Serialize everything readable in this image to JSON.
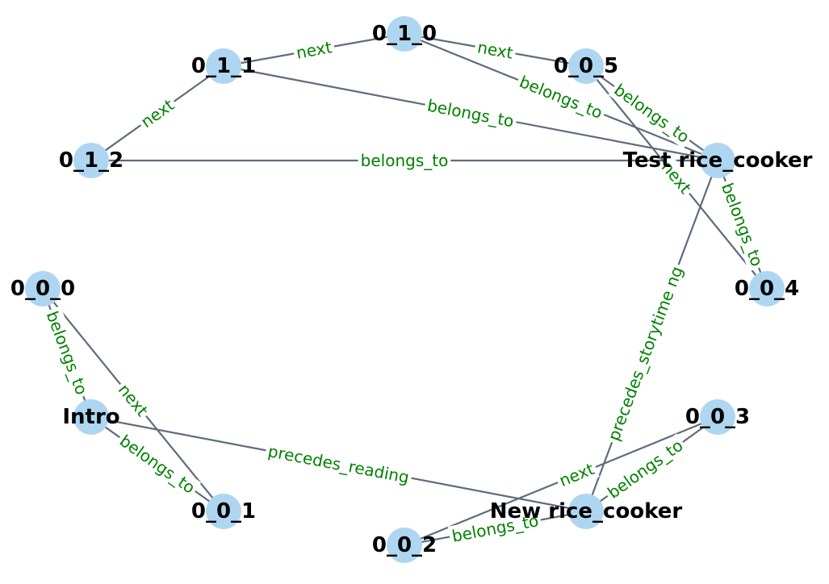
{
  "colors": {
    "node": "#aed6f1",
    "edge": "#5f6b7d",
    "edge_label": "#008000",
    "node_label": "#000000"
  },
  "nodes": [
    {
      "id": "0_1_0",
      "label": "0_1_0"
    },
    {
      "id": "0_1_1",
      "label": "0_1_1"
    },
    {
      "id": "0_0_5",
      "label": "0_0_5"
    },
    {
      "id": "0_1_2",
      "label": "0_1_2"
    },
    {
      "id": "test_rice_cooker",
      "label": "Test rice_cooker"
    },
    {
      "id": "0_0_0",
      "label": "0_0_0"
    },
    {
      "id": "0_0_4",
      "label": "0_0_4"
    },
    {
      "id": "intro",
      "label": "Intro"
    },
    {
      "id": "0_0_3",
      "label": "0_0_3"
    },
    {
      "id": "0_0_1",
      "label": "0_0_1"
    },
    {
      "id": "new_rice_cooker",
      "label": "New rice_cooker"
    },
    {
      "id": "0_0_2",
      "label": "0_0_2"
    }
  ],
  "edges": [
    {
      "source": "0_1_1",
      "target": "0_1_0",
      "label": "next"
    },
    {
      "source": "0_1_0",
      "target": "0_0_5",
      "label": "next"
    },
    {
      "source": "0_1_2",
      "target": "0_1_1",
      "label": "next"
    },
    {
      "source": "0_1_0",
      "target": "test_rice_cooker",
      "label": "belongs_to"
    },
    {
      "source": "0_1_1",
      "target": "test_rice_cooker",
      "label": "belongs_to"
    },
    {
      "source": "0_0_5",
      "target": "test_rice_cooker",
      "label": "belongs_to"
    },
    {
      "source": "0_1_2",
      "target": "test_rice_cooker",
      "label": "belongs_to"
    },
    {
      "source": "0_0_5",
      "target": "0_0_4",
      "label": "next"
    },
    {
      "source": "0_0_4",
      "target": "test_rice_cooker",
      "label": "belongs_to"
    },
    {
      "source": "new_rice_cooker",
      "target": "test_rice_cooker",
      "label": "precedes_storytime ng"
    },
    {
      "source": "0_0_0",
      "target": "intro",
      "label": "belongs_to"
    },
    {
      "source": "0_0_0",
      "target": "0_0_1",
      "label": "next"
    },
    {
      "source": "intro",
      "target": "0_0_1",
      "label": "belongs_to"
    },
    {
      "source": "intro",
      "target": "new_rice_cooker",
      "label": "precedes_reading"
    },
    {
      "source": "0_0_2",
      "target": "0_0_3",
      "label": "next"
    },
    {
      "source": "new_rice_cooker",
      "target": "0_0_3",
      "label": "belongs_to"
    },
    {
      "source": "0_0_2",
      "target": "new_rice_cooker",
      "label": "belongs_to"
    }
  ]
}
